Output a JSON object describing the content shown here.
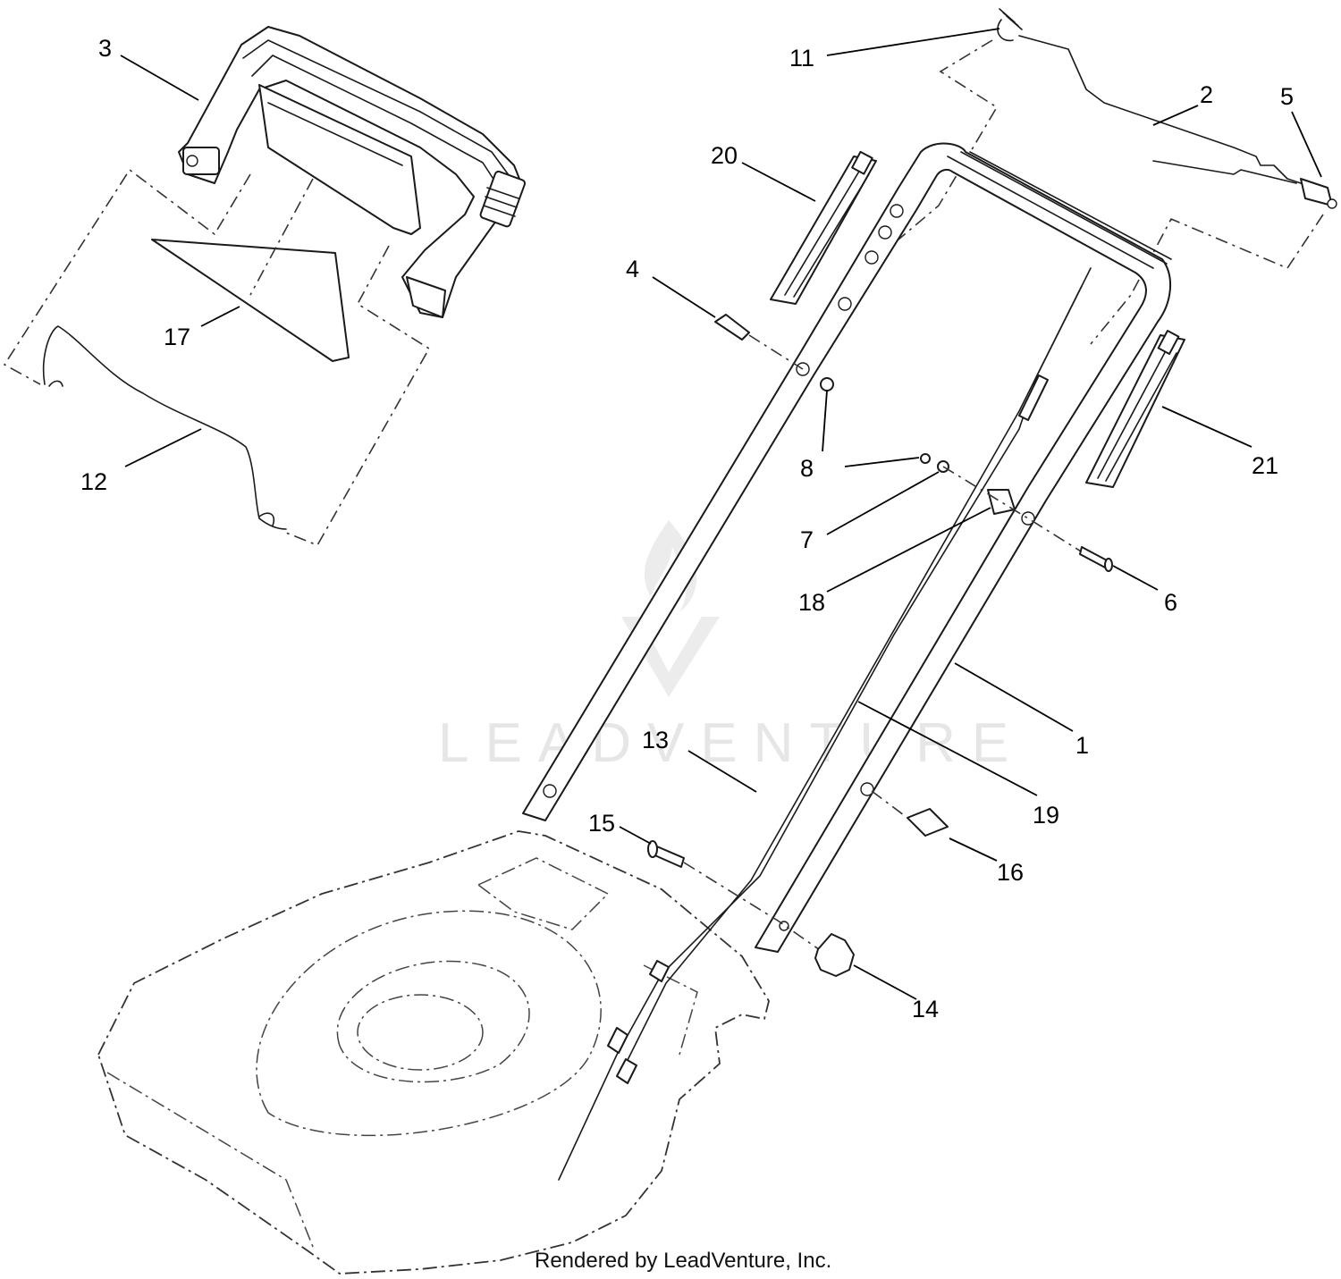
{
  "callouts": [
    {
      "id": "1",
      "label": "1"
    },
    {
      "id": "2",
      "label": "2"
    },
    {
      "id": "3",
      "label": "3"
    },
    {
      "id": "4",
      "label": "4"
    },
    {
      "id": "5",
      "label": "5"
    },
    {
      "id": "6",
      "label": "6"
    },
    {
      "id": "7",
      "label": "7"
    },
    {
      "id": "8",
      "label": "8"
    },
    {
      "id": "11",
      "label": "11"
    },
    {
      "id": "12",
      "label": "12"
    },
    {
      "id": "13",
      "label": "13"
    },
    {
      "id": "14",
      "label": "14"
    },
    {
      "id": "15",
      "label": "15"
    },
    {
      "id": "16",
      "label": "16"
    },
    {
      "id": "17",
      "label": "17"
    },
    {
      "id": "18",
      "label": "18"
    },
    {
      "id": "19",
      "label": "19"
    },
    {
      "id": "20",
      "label": "20"
    },
    {
      "id": "21",
      "label": "21"
    }
  ],
  "watermark": "LEADVENTURE",
  "credit": "Rendered by LeadVenture, Inc."
}
